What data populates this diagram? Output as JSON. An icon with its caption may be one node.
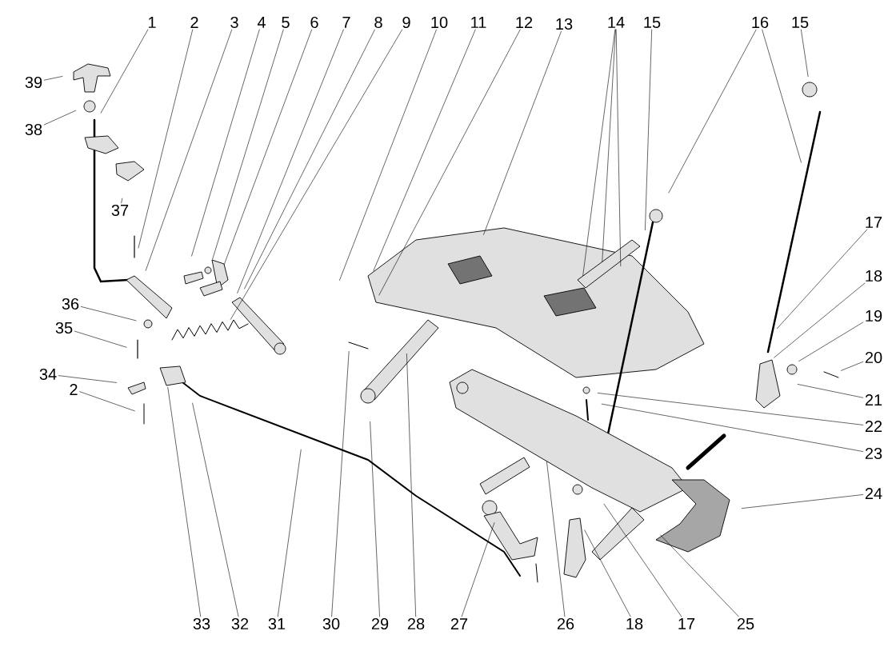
{
  "diagram": {
    "nodes": [
      {
        "text": [
          "1"
        ]
      },
      {
        "text": [
          "2"
        ]
      },
      {
        "text": [
          "3"
        ]
      },
      {
        "text": [
          "4"
        ]
      },
      {
        "text": [
          "5"
        ]
      },
      {
        "text": [
          "6"
        ]
      },
      {
        "text": [
          "7"
        ]
      },
      {
        "text": [
          "8"
        ]
      },
      {
        "text": [
          "9"
        ]
      },
      {
        "text": [
          "10"
        ]
      },
      {
        "text": [
          "11"
        ]
      },
      {
        "text": [
          "12"
        ]
      },
      {
        "text": [
          "13"
        ]
      },
      {
        "text": [
          "14"
        ]
      },
      {
        "text": [
          "15"
        ]
      },
      {
        "text": [
          "16"
        ]
      },
      {
        "text": [
          "15"
        ]
      },
      {
        "text": [
          "39"
        ]
      },
      {
        "text": [
          "38"
        ]
      },
      {
        "text": [
          "37"
        ]
      },
      {
        "text": [
          "36"
        ]
      },
      {
        "text": [
          "35"
        ]
      },
      {
        "text": [
          "34"
        ]
      },
      {
        "text": [
          "2"
        ]
      },
      {
        "text": [
          "17"
        ]
      },
      {
        "text": [
          "18"
        ]
      },
      {
        "text": [
          "19"
        ]
      },
      {
        "text": [
          "20"
        ]
      },
      {
        "text": [
          "21"
        ]
      },
      {
        "text": [
          "22"
        ]
      },
      {
        "text": [
          "23"
        ]
      },
      {
        "text": [
          "24"
        ]
      },
      {
        "text": [
          "33"
        ]
      },
      {
        "text": [
          "32"
        ]
      },
      {
        "text": [
          "31"
        ]
      },
      {
        "text": [
          "30"
        ]
      },
      {
        "text": [
          "29"
        ]
      },
      {
        "text": [
          "28"
        ]
      },
      {
        "text": [
          "27"
        ]
      },
      {
        "text": [
          "26"
        ]
      },
      {
        "text": [
          "18"
        ]
      },
      {
        "text": [
          "17"
        ]
      },
      {
        "text": [
          "25"
        ]
      }
    ],
    "edges": [
      {
        "from": 0,
        "to": null,
        "arrow": "none"
      },
      {
        "from": 1,
        "to": null,
        "arrow": "none"
      },
      {
        "from": 2,
        "to": null,
        "arrow": "none"
      },
      {
        "from": 3,
        "to": null,
        "arrow": "none"
      },
      {
        "from": 4,
        "to": null,
        "arrow": "none"
      },
      {
        "from": 5,
        "to": null,
        "arrow": "none"
      },
      {
        "from": 6,
        "to": null,
        "arrow": "none"
      },
      {
        "from": 7,
        "to": null,
        "arrow": "none"
      },
      {
        "from": 8,
        "to": null,
        "arrow": "none"
      },
      {
        "from": 9,
        "to": null,
        "arrow": "none"
      },
      {
        "from": 10,
        "to": null,
        "arrow": "none"
      },
      {
        "from": 11,
        "to": null,
        "arrow": "none"
      },
      {
        "from": 12,
        "to": null,
        "arrow": "none"
      },
      {
        "from": 13,
        "to": null,
        "arrow": "none"
      },
      {
        "from": 13,
        "to": null,
        "arrow": "none"
      },
      {
        "from": 13,
        "to": null,
        "arrow": "none"
      },
      {
        "from": 14,
        "to": null,
        "arrow": "none"
      },
      {
        "from": 15,
        "to": null,
        "arrow": "none"
      },
      {
        "from": 15,
        "to": null,
        "arrow": "none"
      },
      {
        "from": 16,
        "to": null,
        "arrow": "none"
      },
      {
        "from": 17,
        "to": null,
        "arrow": "none"
      },
      {
        "from": 18,
        "to": null,
        "arrow": "none"
      },
      {
        "from": 19,
        "to": null,
        "arrow": "none"
      },
      {
        "from": 20,
        "to": null,
        "arrow": "none"
      },
      {
        "from": 21,
        "to": null,
        "arrow": "none"
      },
      {
        "from": 22,
        "to": null,
        "arrow": "none"
      },
      {
        "from": 23,
        "to": null,
        "arrow": "none"
      },
      {
        "from": 24,
        "to": null,
        "arrow": "none"
      },
      {
        "from": 25,
        "to": null,
        "arrow": "none"
      },
      {
        "from": 26,
        "to": null,
        "arrow": "none"
      },
      {
        "from": 27,
        "to": null,
        "arrow": "none"
      },
      {
        "from": 28,
        "to": null,
        "arrow": "none"
      },
      {
        "from": 29,
        "to": null,
        "arrow": "none"
      },
      {
        "from": 30,
        "to": null,
        "arrow": "none"
      },
      {
        "from": 31,
        "to": null,
        "arrow": "none"
      },
      {
        "from": 32,
        "to": null,
        "arrow": "none"
      },
      {
        "from": 33,
        "to": null,
        "arrow": "none"
      },
      {
        "from": 34,
        "to": null,
        "arrow": "none"
      },
      {
        "from": 35,
        "to": null,
        "arrow": "none"
      },
      {
        "from": 36,
        "to": null,
        "arrow": "none"
      },
      {
        "from": 37,
        "to": null,
        "arrow": "none"
      },
      {
        "from": 38,
        "to": null,
        "arrow": "none"
      },
      {
        "from": 39,
        "to": null,
        "arrow": "none"
      },
      {
        "from": 40,
        "to": null,
        "arrow": "none"
      },
      {
        "from": 41,
        "to": null,
        "arrow": "none"
      },
      {
        "from": 42,
        "to": null,
        "arrow": "none"
      }
    ]
  }
}
